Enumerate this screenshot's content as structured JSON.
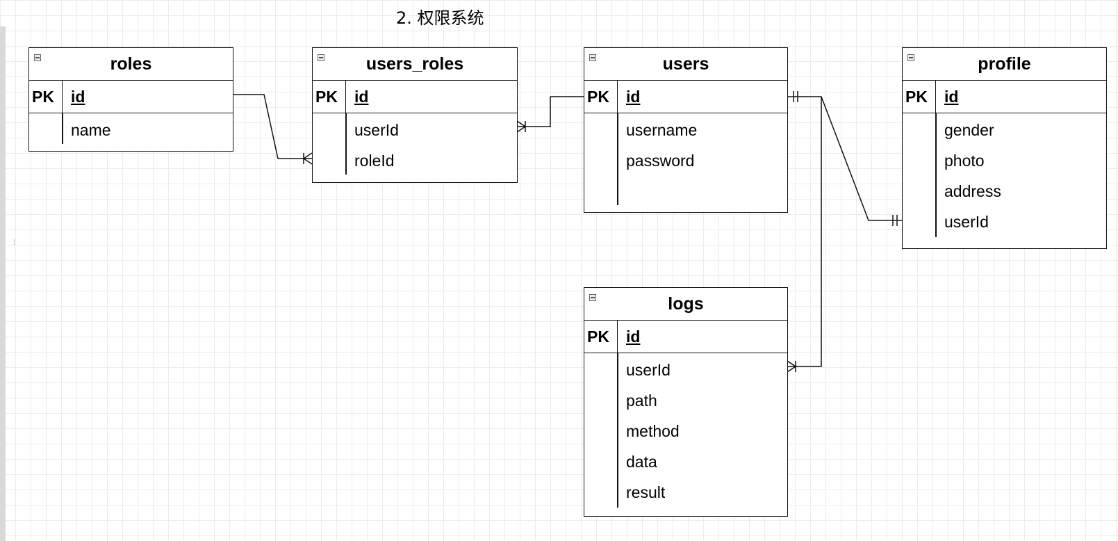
{
  "title": "2. 权限系统",
  "entities": {
    "roles": {
      "name": "roles",
      "pk_label": "PK",
      "pk_field": "id",
      "fields": [
        "name"
      ]
    },
    "users_roles": {
      "name": "users_roles",
      "pk_label": "PK",
      "pk_field": "id",
      "fields": [
        "userId",
        "roleId"
      ]
    },
    "users": {
      "name": "users",
      "pk_label": "PK",
      "pk_field": "id",
      "fields": [
        "username",
        "password"
      ]
    },
    "profile": {
      "name": "profile",
      "pk_label": "PK",
      "pk_field": "id",
      "fields": [
        "gender",
        "photo",
        "address",
        "userId"
      ]
    },
    "logs": {
      "name": "logs",
      "pk_label": "PK",
      "pk_field": "id",
      "fields": [
        "userId",
        "path",
        "method",
        "data",
        "result"
      ]
    }
  },
  "relations": [
    {
      "from": "roles.id",
      "to": "users_roles.roleId",
      "from_cardinality": "one",
      "to_cardinality": "many"
    },
    {
      "from": "users.id",
      "to": "users_roles.userId",
      "from_cardinality": "one",
      "to_cardinality": "many"
    },
    {
      "from": "users.id",
      "to": "profile.userId",
      "from_cardinality": "one-and-only-one",
      "to_cardinality": "one-and-only-one"
    },
    {
      "from": "users.id",
      "to": "logs.userId",
      "from_cardinality": "one-and-only-one",
      "to_cardinality": "many"
    }
  ]
}
